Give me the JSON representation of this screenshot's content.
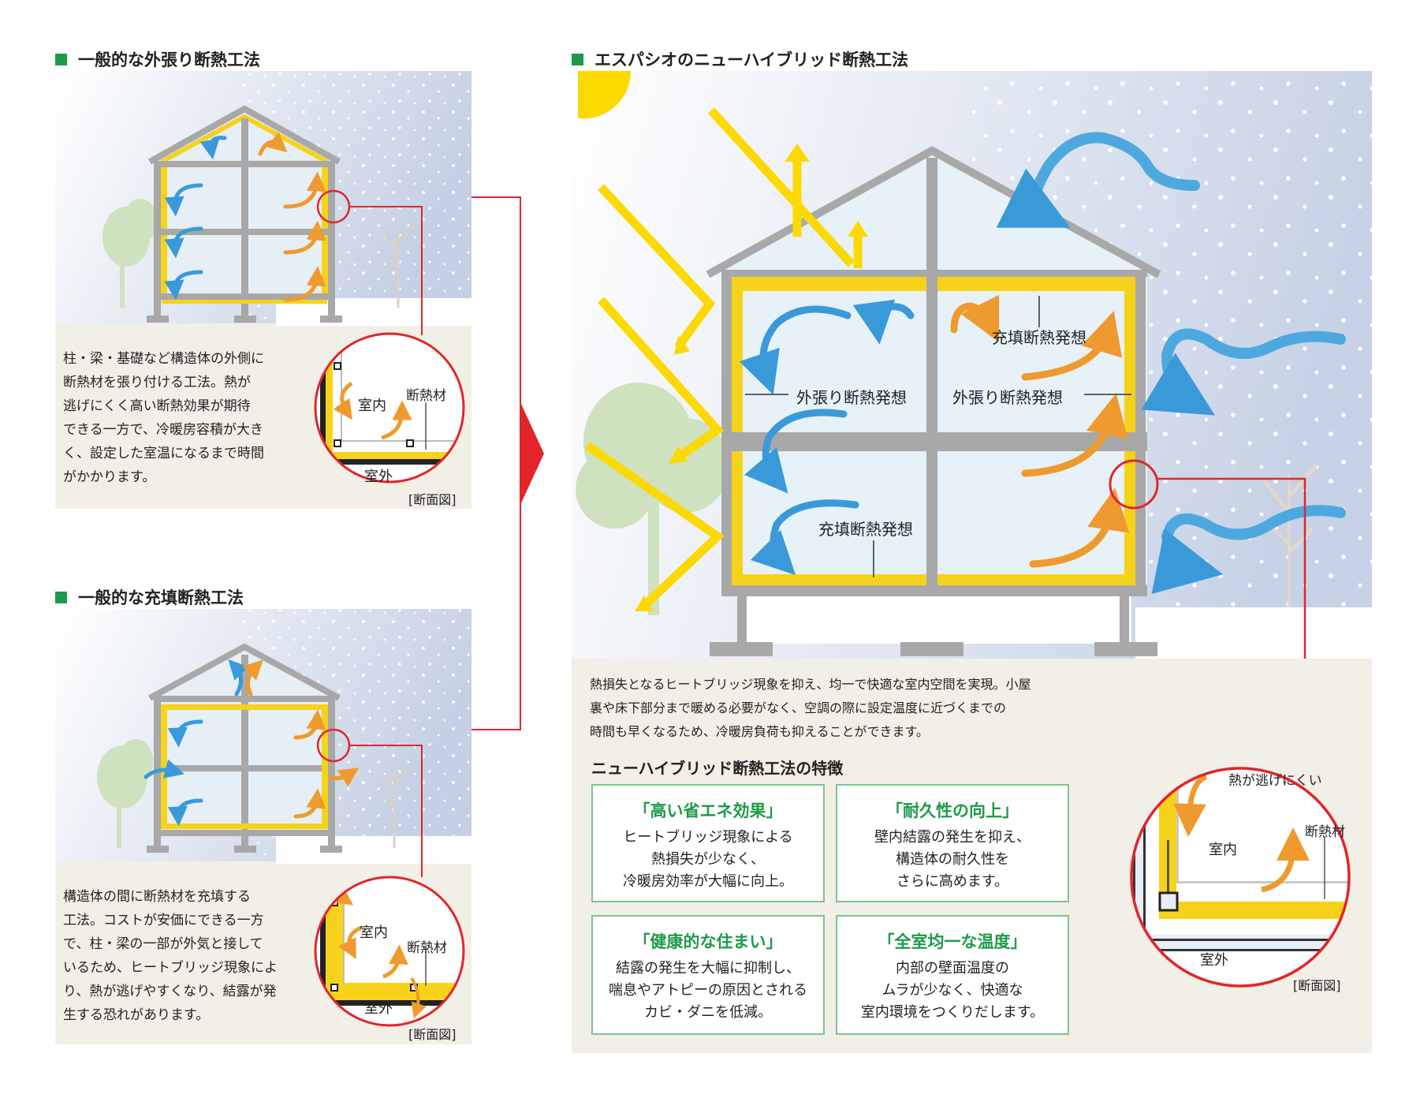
{
  "panels": {
    "exterior": {
      "title": "一般的な外張り断熱工法",
      "description": "柱・梁・基礎など構造体の外側に\n断熱材を張り付ける工法。熱が\n逃げにくく高い断熱効果が期待\nできる一方で、冷暖房容積が大き\nく、設定した室温になるまで時間\nがかかります。",
      "label_indoor": "室内",
      "label_insulation": "断熱材",
      "label_outdoor": "室外",
      "caption": "[断面図]"
    },
    "filling": {
      "title": "一般的な充填断熱工法",
      "description": "構造体の間に断熱材を充填する\n工法。コストが安価にできる一方\nで、柱・梁の一部が外気と接して\nいるため、ヒートブリッジ現象によ\nり、熱が逃げやすくなり、結露が発\n生する恐れがあります。",
      "label_indoor": "室内",
      "label_insulation": "断熱材",
      "label_outdoor": "室外",
      "caption": "[断面図]"
    },
    "hybrid": {
      "title": "エスパシオのニューハイブリッド断熱工法",
      "labels": {
        "filling_top": "充填断熱発想",
        "exterior_left": "外張り断熱発想",
        "exterior_right": "外張り断熱発想",
        "filling_bottom": "充填断熱発想"
      },
      "description": "熱損失となるヒートブリッジ現象を抑え、均一で快適な室内空間を実現。小屋\n裏や床下部分まで暖める必要がなく、空調の際に設定温度に近づくまでの\n時間も早くなるため、冷暖房負荷も抑えることができます。",
      "features_title": "ニューハイブリッド断熱工法の特徴",
      "features": [
        {
          "title": "「高い省エネ効果」",
          "body": "ヒートブリッジ現象による\n熱損失が少なく、\n冷暖房効率が大幅に向上。"
        },
        {
          "title": "「耐久性の向上」",
          "body": "壁内結露の発生を抑え、\n構造体の耐久性を\nさらに高めます。"
        },
        {
          "title": "「健康的な住まい」",
          "body": "結露の発生を大幅に抑制し、\n喘息やアトピーの原因とされる\nカビ・ダニを低減。"
        },
        {
          "title": "「全室均一な温度」",
          "body": "内部の壁面温度の\nムラが少なく、快適な\n室内環境をつくりだします。"
        }
      ],
      "detail": {
        "label_heat": "熱が逃げにくい",
        "label_insulation": "断熱材",
        "label_indoor": "室内",
        "label_outdoor": "室外"
      },
      "caption": "[断面図]"
    }
  },
  "colors": {
    "accent_green": "#1e9a4a",
    "insulation_yellow": "#f6d31a",
    "structure_gray": "#a8a8a8",
    "cold_blue": "#3a9ad9",
    "warm_orange": "#ef9a2e",
    "highlight_red": "#e0262b",
    "panel_beige": "#f2efe6"
  }
}
